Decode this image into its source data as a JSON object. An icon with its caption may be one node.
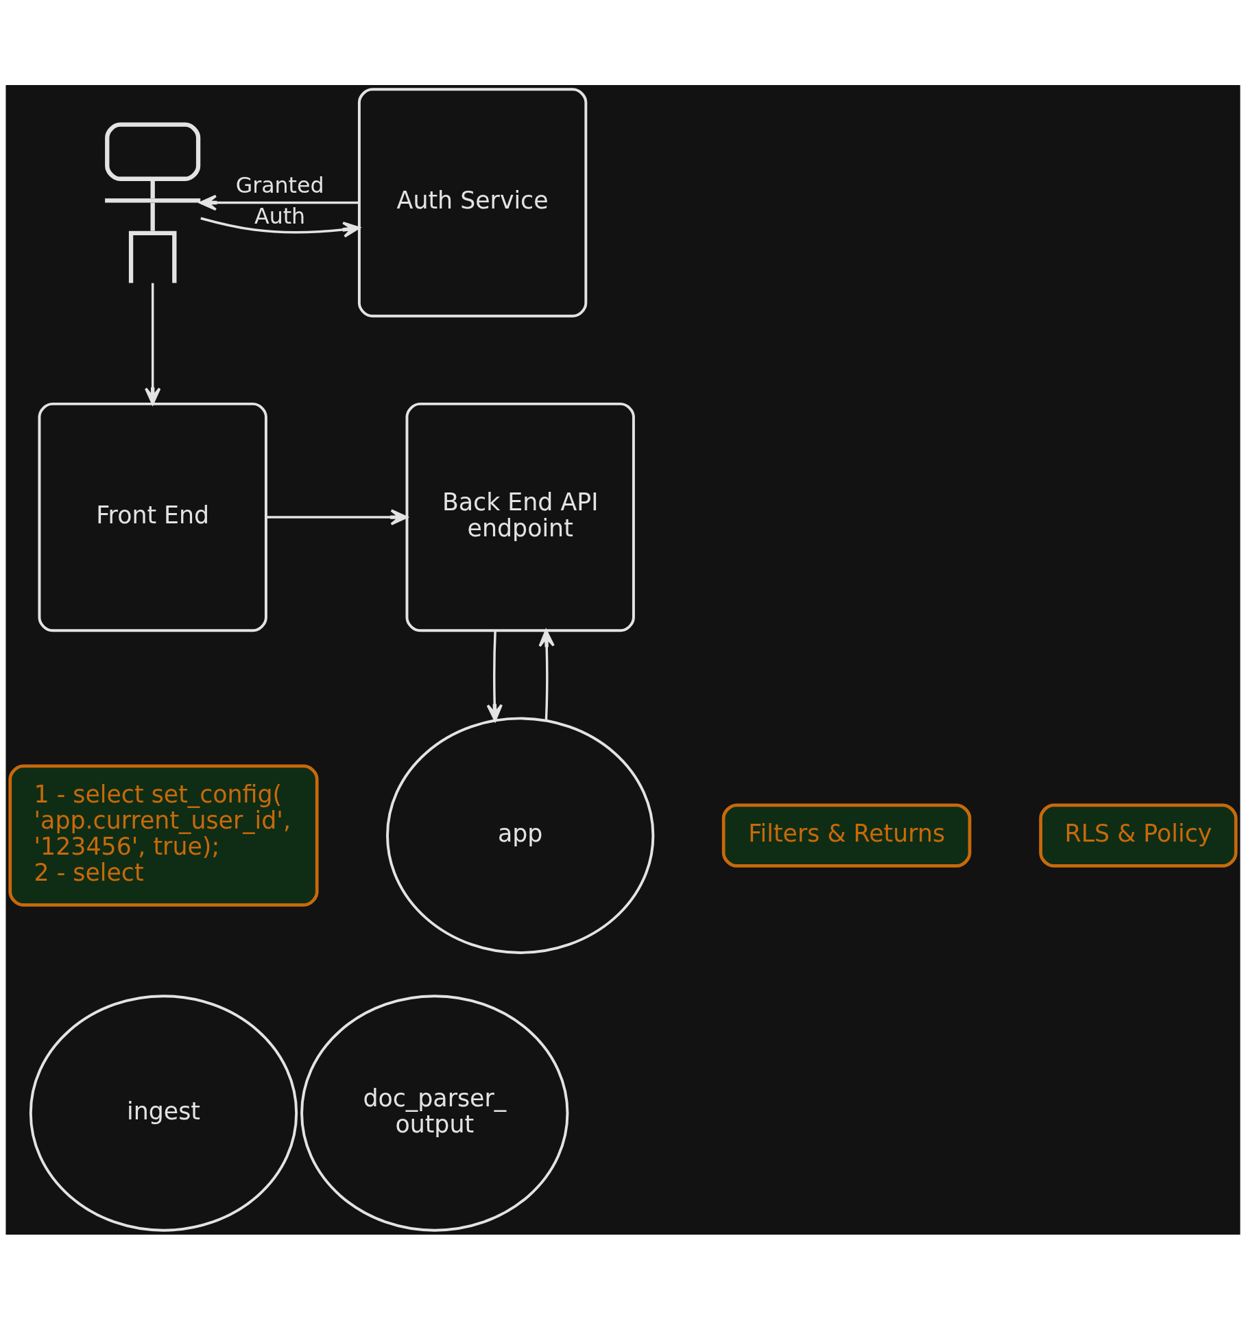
{
  "diagram": {
    "nodes": [
      {
        "text": [],
        "shape": "person"
      },
      {
        "text": [
          "Auth Service"
        ]
      },
      {
        "text": [
          "Front End"
        ]
      },
      {
        "text": [
          "Back End API endpoint"
        ]
      },
      {
        "text": [
          "1 - select set_config( 'app.current_user_id', '123456', true);",
          "2 - select"
        ]
      },
      {
        "text": [
          "Filters & Returns"
        ]
      },
      {
        "text": [
          "app"
        ]
      },
      {
        "text": [
          "RLS & Policy"
        ]
      },
      {
        "text": [
          "ingest"
        ]
      },
      {
        "text": [
          "doc_parser_ output"
        ]
      }
    ],
    "edges": [
      {
        "from": 0,
        "to": 1,
        "arrow": "to",
        "label": "Auth"
      },
      {
        "from": 1,
        "to": 0,
        "arrow": "to",
        "label": "Granted"
      },
      {
        "from": 0,
        "to": 2,
        "arrow": "to"
      },
      {
        "from": 2,
        "to": 3,
        "arrow": "to"
      },
      {
        "from": 3,
        "to": 6,
        "arrow": "to"
      },
      {
        "from": 6,
        "to": 3,
        "arrow": "to"
      }
    ]
  }
}
